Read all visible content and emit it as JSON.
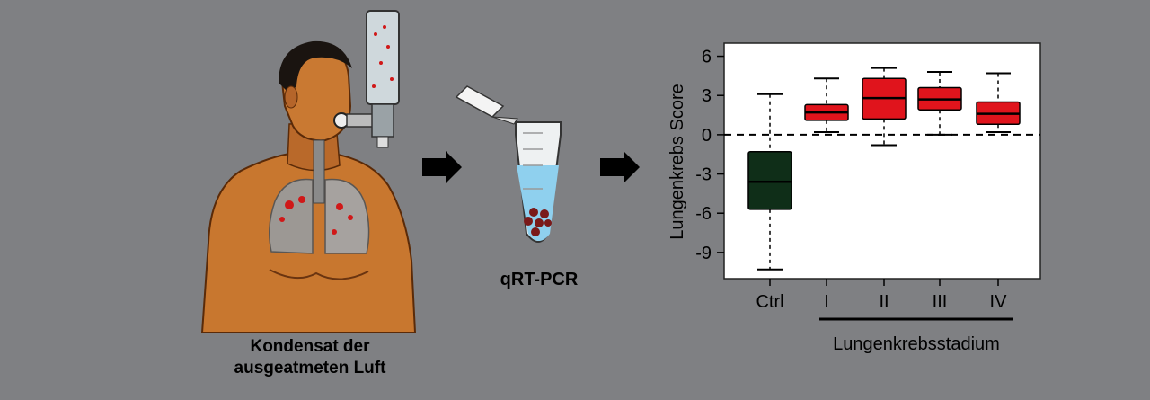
{
  "figure": {
    "person_caption_line1": "Kondensat der",
    "person_caption_line2": "ausgeatmeten Luft",
    "pcr_label": "qRT-PCR",
    "colors": {
      "background": "#7f8083",
      "skin": "#c8772f",
      "ctrl_box": "#0f2e18",
      "cancer_box": "#e0141c",
      "tube_liquid": "#8fd0ee",
      "cells": "#7a1a1a"
    },
    "icons": [
      "person-with-breath-collector-icon",
      "arrow-right-icon",
      "pcr-tube-icon"
    ]
  },
  "chart_data": {
    "type": "boxplot",
    "ylabel": "Lungenkrebs Score",
    "xlabel": "Lungenkrebsstadium",
    "categories": [
      "Ctrl",
      "I",
      "II",
      "III",
      "IV"
    ],
    "ylim": [
      -11,
      7
    ],
    "yticks": [
      -9,
      -6,
      -3,
      0,
      3,
      6
    ],
    "reference_line": 0,
    "group_bracket": [
      "I",
      "IV"
    ],
    "boxes": [
      {
        "category": "Ctrl",
        "whisker_low": -10.3,
        "q1": -5.7,
        "median": -3.6,
        "q3": -1.3,
        "whisker_high": 3.1,
        "color": "#0f2e18"
      },
      {
        "category": "I",
        "whisker_low": 0.2,
        "q1": 1.1,
        "median": 1.7,
        "q3": 2.3,
        "whisker_high": 4.3,
        "color": "#e0141c"
      },
      {
        "category": "II",
        "whisker_low": -0.8,
        "q1": 1.2,
        "median": 2.8,
        "q3": 4.3,
        "whisker_high": 5.1,
        "color": "#e0141c"
      },
      {
        "category": "III",
        "whisker_low": 0.0,
        "q1": 1.9,
        "median": 2.7,
        "q3": 3.6,
        "whisker_high": 4.8,
        "color": "#e0141c"
      },
      {
        "category": "IV",
        "whisker_low": 0.2,
        "q1": 0.8,
        "median": 1.6,
        "q3": 2.5,
        "whisker_high": 4.7,
        "color": "#e0141c"
      }
    ],
    "grid": false,
    "legend": "none"
  }
}
